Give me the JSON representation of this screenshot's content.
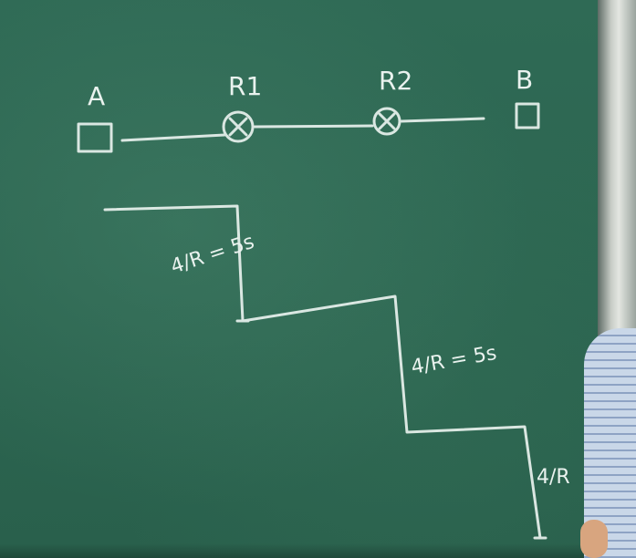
{
  "labels": {
    "a": "A",
    "r1": "R1",
    "r2": "R2",
    "b": "B",
    "step1": "4/R = 5s",
    "step2": "4/R = 5s",
    "step3": "4/R"
  },
  "colors": {
    "board": "#2e6a55",
    "chalk": "#e9f2ee",
    "frame": "#d8dcd6",
    "shirt": "#c9d7e8"
  }
}
